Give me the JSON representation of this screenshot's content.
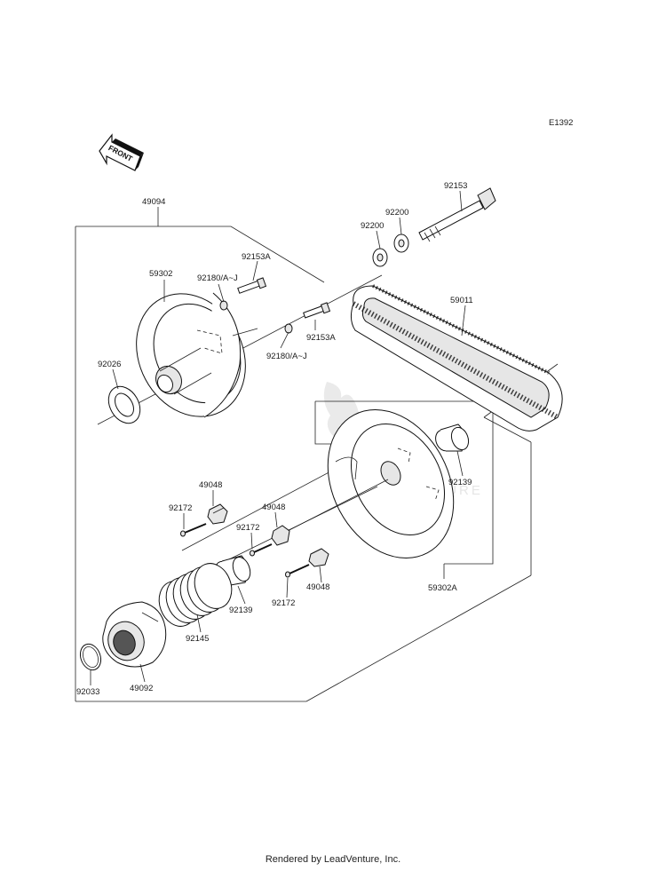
{
  "figure_code": "E1392",
  "front_label": "FRONT",
  "watermark": "LEADVENTURE",
  "footer": "Rendered by LeadVenture, Inc.",
  "parts": {
    "p49094": "49094",
    "p59302": "59302",
    "p92180_top": "92180/A~J",
    "p92153A_top": "92153A",
    "p92180_bot": "92180/A~J",
    "p92153A_bot": "92153A",
    "p92026": "92026",
    "p92200_a": "92200",
    "p92200_b": "92200",
    "p92153": "92153",
    "p59011": "59011",
    "p92139_r": "92139",
    "p59302A": "59302A",
    "p49048_a": "49048",
    "p49048_b": "49048",
    "p49048_c": "49048",
    "p92172_a": "92172",
    "p92172_b": "92172",
    "p92172_c": "92172",
    "p92139_l": "92139",
    "p92145": "92145",
    "p92033": "92033",
    "p49092": "49092"
  }
}
